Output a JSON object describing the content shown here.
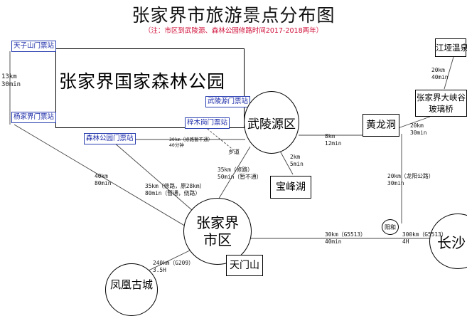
{
  "title": "张家界市旅游景点分布图",
  "note": "（注：市区到武陵源、森林公园修路时间2017-2018两年）",
  "park": {
    "name": "张家界国家森林公园"
  },
  "gates": {
    "tianzishan": "天子山门票站",
    "yangjiajie": "杨家界门票站",
    "senlingongyuan": "森林公园门票站",
    "wulingyuan": "武陵源门票站",
    "zimugang": "梓木岗门票站"
  },
  "places": {
    "wulingyuan_district": "武陵源区",
    "city_district": "张家界市区",
    "changsha": "长沙",
    "fenghuang": "凤凰古城",
    "huanglongdong": "黄龙洞",
    "baofenghu": "宝峰湖",
    "tianmenshan": "天门山",
    "jiangya_hotspring": "江垭温泉",
    "grand_canyon_bridge": "张家界大峡谷玻璃桥",
    "yangjiajie_park": "",
    "yangheu": "阳和",
    "xiangdao": "乡道"
  },
  "distances": {
    "tianzi_yangjia": [
      "13km",
      "30min"
    ],
    "yangjia_city": [
      "40km",
      "80min"
    ],
    "gate_wuling": [
      "30km（修路暂不通）",
      "40分钟"
    ],
    "wuling_huanglong": [
      "8km",
      "12min"
    ],
    "wuling_baofeng": [
      "2km",
      "5min"
    ],
    "wuling_city": [
      "35km（修路）",
      "50min（暂不通）"
    ],
    "forest_city": [
      "35km（修路，原28km）",
      "80min（暂通，绕路）"
    ],
    "jiangya_canyon": [
      "20km",
      "40min"
    ],
    "canyon_huanglong": [
      "20km",
      "30min"
    ],
    "huanglong_yanghe": [
      "20km（龙阳公路）",
      "30min"
    ],
    "city_yanghe": [
      "30km（G5513）",
      "40min"
    ],
    "yanghe_changsha": [
      "300km（G5513）",
      "4H"
    ],
    "city_fenghuang": [
      "240km（G209）",
      "3.5H"
    ]
  }
}
